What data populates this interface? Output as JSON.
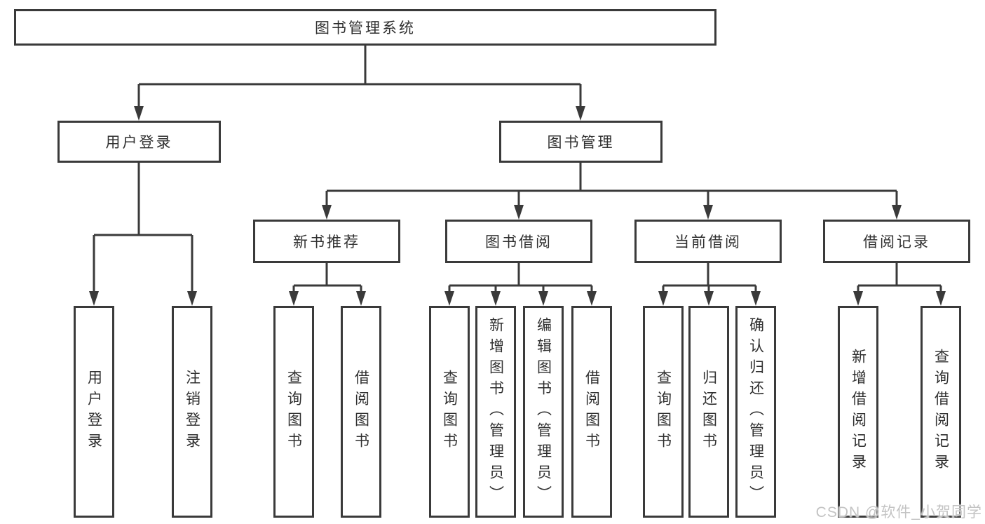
{
  "tree": {
    "root": {
      "label": "图书管理系统",
      "children": [
        {
          "label": "用户登录",
          "children": [
            {
              "label": "用户登录"
            },
            {
              "label": "注销登录"
            }
          ]
        },
        {
          "label": "图书管理",
          "children": [
            {
              "label": "新书推荐",
              "children": [
                {
                  "label": "查询图书"
                },
                {
                  "label": "借阅图书"
                }
              ]
            },
            {
              "label": "图书借阅",
              "children": [
                {
                  "label": "查询图书"
                },
                {
                  "label": "新增图书（管理员）"
                },
                {
                  "label": "编辑图书（管理员）"
                },
                {
                  "label": "借阅图书"
                }
              ]
            },
            {
              "label": "当前借阅",
              "children": [
                {
                  "label": "查询图书"
                },
                {
                  "label": "归还图书"
                },
                {
                  "label": "确认归还（管理员）"
                }
              ]
            },
            {
              "label": "借阅记录",
              "children": [
                {
                  "label": "新增借阅记录"
                },
                {
                  "label": "查询借阅记录"
                }
              ]
            }
          ]
        }
      ]
    }
  },
  "watermark": {
    "text": "CSDN @软件_小贺同学"
  },
  "colors": {
    "line": "#3a3a3a",
    "text": "#303030",
    "watermark": "#c3c3c3",
    "background": "#ffffff"
  }
}
